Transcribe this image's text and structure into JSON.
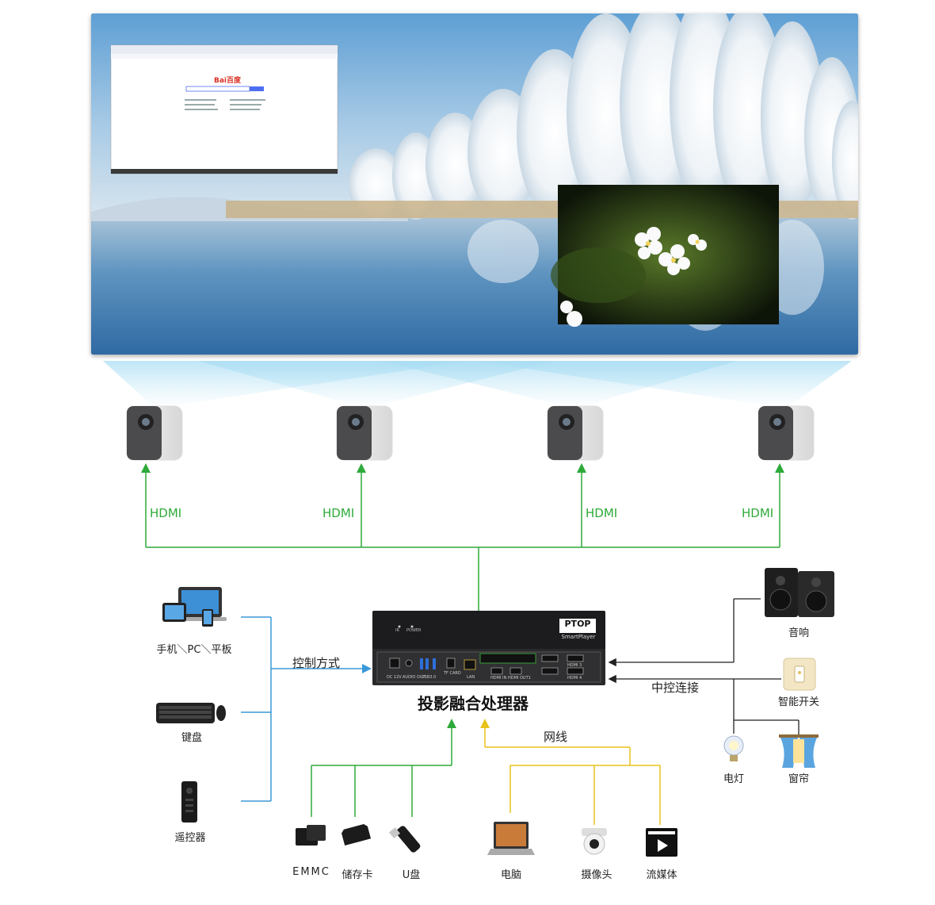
{
  "colors": {
    "hdmi_line": "#2eaa3a",
    "control_line": "#3a9ad9",
    "network_line": "#e8c21a",
    "storage_line": "#2eaa3a",
    "central_line": "#222222",
    "screen_sky": "#6aa6d6",
    "lake": "#3e7cb3"
  },
  "screen": {
    "browser_window": {
      "logo_text": "Bai百度"
    },
    "inset_photo": {
      "subject": "white-blossom"
    }
  },
  "projectors": {
    "connection_label": "HDMI",
    "count": 4
  },
  "processor": {
    "title": "投影融合处理器",
    "brand": "PTOP",
    "model": "SmartPlayer",
    "ports": {
      "dc": "DC 12V",
      "audio": "AUDIO OUT",
      "usb": "USB3.0",
      "tf": "TF CARD",
      "lan": "LAN",
      "hdmi_in": "HDMI IN",
      "hdmi_out": "HDMI OUT1",
      "hdmi3": "HDMI 3",
      "hdmi4": "HDMI 4",
      "indicator1": "IR",
      "indicator2": "POWER"
    }
  },
  "left_inputs": {
    "control_label": "控制方式",
    "devices": [
      {
        "label": "手机＼PC＼平板",
        "icon": "devices-icon"
      },
      {
        "label": "键盘",
        "icon": "keyboard-icon"
      },
      {
        "label": "遥控器",
        "icon": "remote-icon"
      }
    ]
  },
  "right_control": {
    "label": "中控连接",
    "devices": [
      {
        "label": "音响",
        "icon": "speaker-icon"
      },
      {
        "label": "智能开关",
        "icon": "switch-icon"
      },
      {
        "label": "电灯",
        "icon": "bulb-icon"
      },
      {
        "label": "窗帘",
        "icon": "curtain-icon"
      }
    ]
  },
  "bottom": {
    "network_label": "网线",
    "storage": [
      {
        "label": "EMMC",
        "icon": "emmc-icon"
      },
      {
        "label": "储存卡",
        "icon": "sd-card-icon"
      },
      {
        "label": "U盘",
        "icon": "usb-drive-icon"
      }
    ],
    "network": [
      {
        "label": "电脑",
        "icon": "laptop-icon"
      },
      {
        "label": "摄像头",
        "icon": "camera-icon"
      },
      {
        "label": "流媒体",
        "icon": "media-icon"
      }
    ]
  }
}
